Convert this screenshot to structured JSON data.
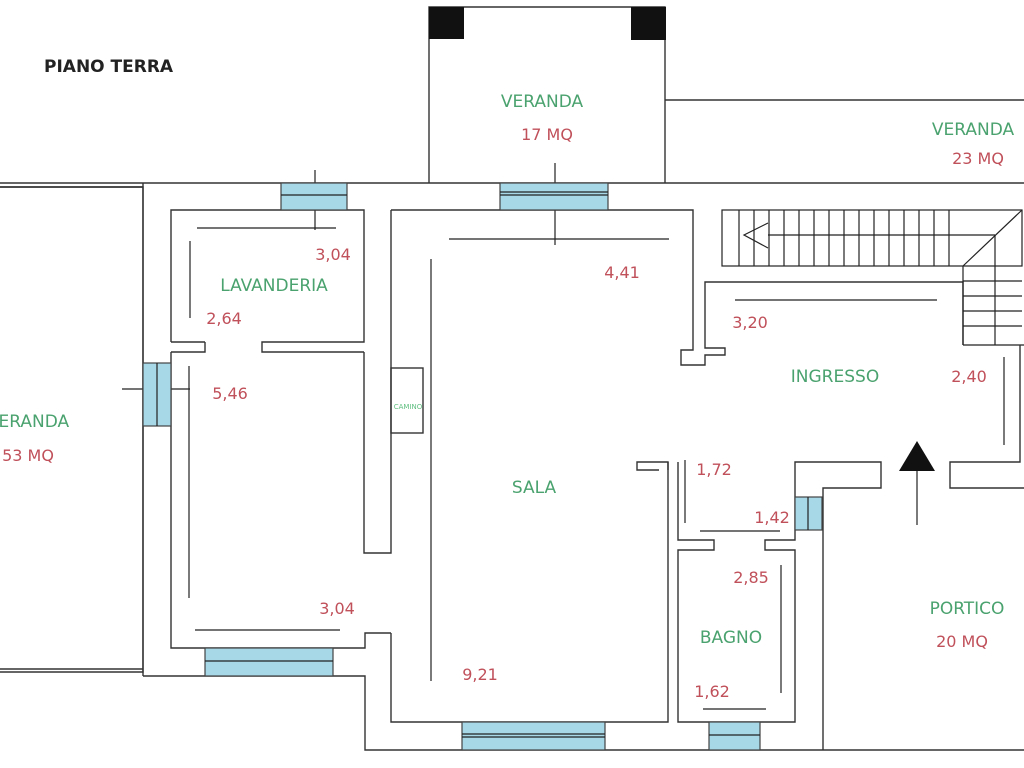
{
  "title": "PIANO TERRA",
  "rooms": {
    "veranda_top": {
      "name": "VERANDA",
      "area": "17 MQ"
    },
    "veranda_right": {
      "name": "VERANDA",
      "area": "23 MQ"
    },
    "veranda_left": {
      "name": "VERANDA",
      "area": "53 MQ"
    },
    "lavanderia": {
      "name": "LAVANDERIA"
    },
    "sala": {
      "name": "SALA"
    },
    "ingresso": {
      "name": "INGRESSO"
    },
    "bagno": {
      "name": "BAGNO"
    },
    "portico": {
      "name": "PORTICO",
      "area": "20 MQ"
    }
  },
  "fireplace_label": "CAMINO",
  "dimensions": {
    "lavanderia_width": "3,04",
    "lavanderia_depth": "2,64",
    "room_left_depth": "5,46",
    "room_left_width": "3,04",
    "sala_width": "4,41",
    "sala_depth": "9,21",
    "ingresso_width": "3,20",
    "ingresso_depth": "2,40",
    "corridor_depth": "1,72",
    "corridor_width": "1,42",
    "bagno_depth": "2,85",
    "bagno_width": "1,62"
  },
  "colors": {
    "room_label": "#4aa26e",
    "dimension_label": "#c0505a",
    "window": "#a6d8e8"
  }
}
